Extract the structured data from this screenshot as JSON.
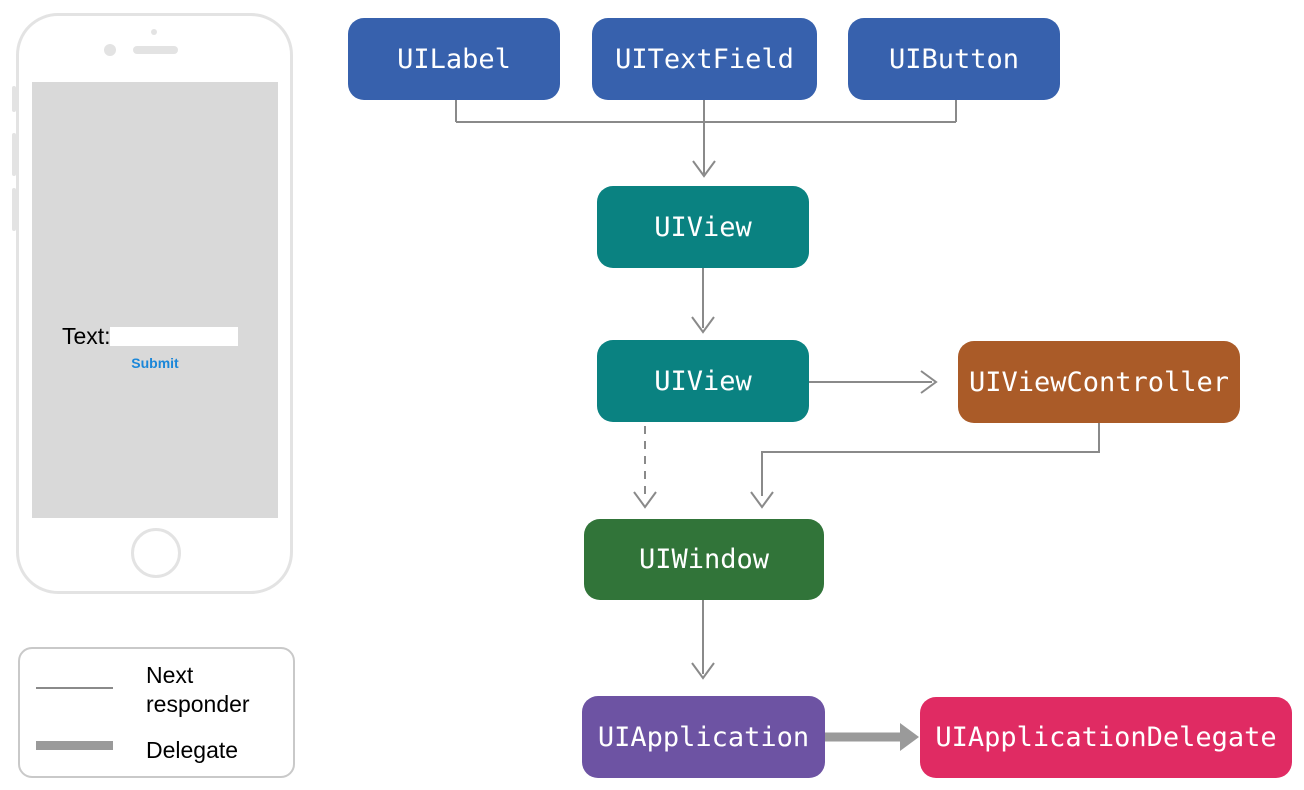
{
  "diagram": {
    "nodes": [
      {
        "id": "uilabel",
        "label": "UILabel",
        "color": "#3761AD",
        "text_color": "#ffffff"
      },
      {
        "id": "uitextfield",
        "label": "UITextField",
        "color": "#3761AD",
        "text_color": "#ffffff"
      },
      {
        "id": "uibutton",
        "label": "UIButton",
        "color": "#3761AD",
        "text_color": "#ffffff"
      },
      {
        "id": "uiview-1",
        "label": "UIView",
        "color": "#0A8281",
        "text_color": "#ffffff"
      },
      {
        "id": "uiview-2",
        "label": "UIView",
        "color": "#0A8281",
        "text_color": "#ffffff"
      },
      {
        "id": "uiviewcontroller",
        "label": "UIViewController",
        "color": "#AA5B28",
        "text_color": "#ffffff"
      },
      {
        "id": "uiwindow",
        "label": "UIWindow",
        "color": "#317439",
        "text_color": "#ffffff"
      },
      {
        "id": "uiapplication",
        "label": "UIApplication",
        "color": "#6D53A3",
        "text_color": "#ffffff"
      },
      {
        "id": "uiapplicationdelegate",
        "label": "UIApplicationDelegate",
        "color": "#E02B63",
        "text_color": "#ffffff"
      }
    ],
    "connections": [
      {
        "from": "UILabel",
        "to": "UIView (upper)",
        "type": "next-responder"
      },
      {
        "from": "UITextField",
        "to": "UIView (upper)",
        "type": "next-responder"
      },
      {
        "from": "UIButton",
        "to": "UIView (upper)",
        "type": "next-responder"
      },
      {
        "from": "UIView (upper)",
        "to": "UIView (lower)",
        "type": "next-responder"
      },
      {
        "from": "UIView (lower)",
        "to": "UIViewController",
        "type": "next-responder"
      },
      {
        "from": "UIView (lower)",
        "to": "UIWindow",
        "type": "next-responder-dashed"
      },
      {
        "from": "UIViewController",
        "to": "UIWindow",
        "type": "next-responder"
      },
      {
        "from": "UIWindow",
        "to": "UIApplication",
        "type": "next-responder"
      },
      {
        "from": "UIApplication",
        "to": "UIApplicationDelegate",
        "type": "delegate"
      }
    ],
    "edge_colors": {
      "next_responder": "#8A8A8A",
      "delegate": "#9A9A9A"
    }
  },
  "phone": {
    "label_text": "Text:",
    "field_value": "",
    "submit_label": "Submit",
    "submit_color": "#1B87D9"
  },
  "legend": {
    "items": [
      {
        "label": "Next responder",
        "swatch_color": "#8A8A8A",
        "style": "thin"
      },
      {
        "label": "Delegate",
        "swatch_color": "#9A9A9A",
        "style": "thick"
      }
    ]
  }
}
